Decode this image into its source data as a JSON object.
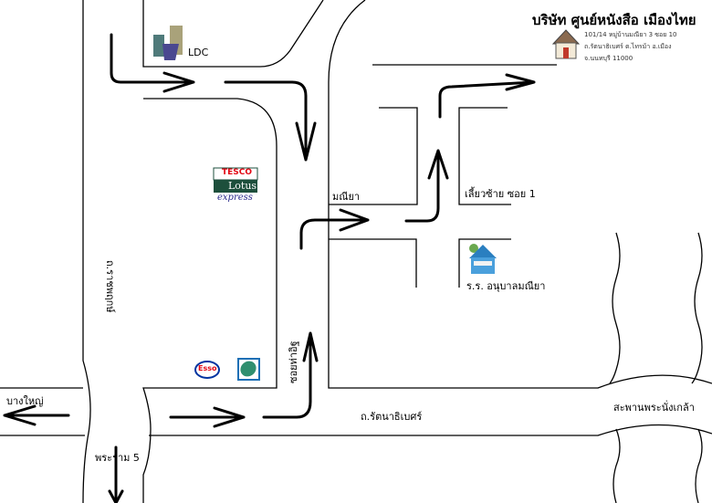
{
  "company": {
    "name": "บริษัท ศูนย์หนังสือ เมืองไทย",
    "address_lines": [
      "101/14 หมู่บ้านมณียา 3 ซอย 10",
      "ถ.รัตนาธิเบศร์ ต.ไทรม้า อ.เมือง",
      "จ.นนทบุรี 11000"
    ]
  },
  "landmarks": {
    "ldc": "LDC",
    "tesco": {
      "line1": "TESCO",
      "line2": "Lotus",
      "line3": "express"
    },
    "esso": "Esso",
    "school": "ร.ร. อนุบาลมณียา"
  },
  "roads": {
    "ratchaphruek": "ถ.ราชพฤกษ์",
    "rattanathibet": "ถ.รัตนาธิเบศร์",
    "bang_yai": "บางใหญ่",
    "rama5": "พระราม 5",
    "soi_tha_it": "ซอยท่าอิฐ",
    "maneeya": "มณียา",
    "turn_left_soi1": "เลี้ยวซ้าย ซอย 1",
    "bridge": "สะพานพระนั่งเกล้า"
  },
  "colors": {
    "tesco_red": "#e30613",
    "lotus_green": "#1d4f3c",
    "esso_blue": "#0033a0",
    "bangchak_blue": "#1b6fb5"
  }
}
